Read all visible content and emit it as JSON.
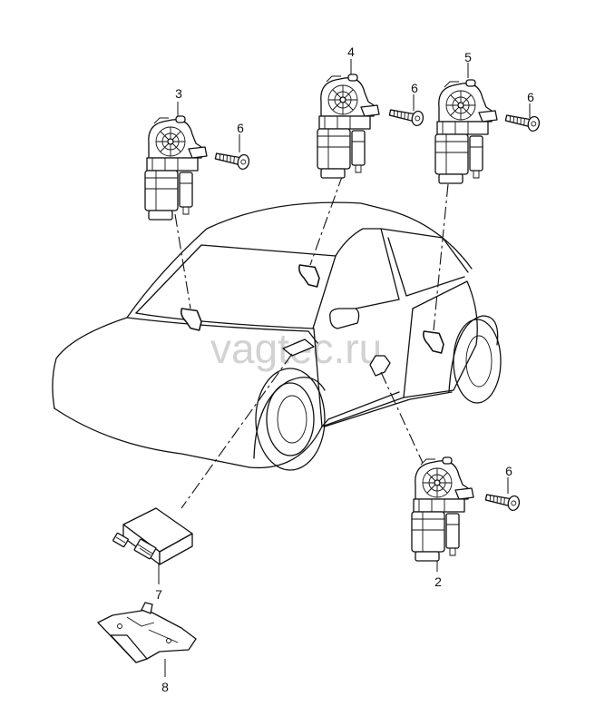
{
  "watermark": "vagtec.ru",
  "callouts": {
    "c1": "3",
    "c2": "6",
    "c3": "4",
    "c4": "6",
    "c5": "5",
    "c6": "6",
    "c7": "6",
    "c8": "2",
    "c9": "7",
    "c10": "8"
  }
}
